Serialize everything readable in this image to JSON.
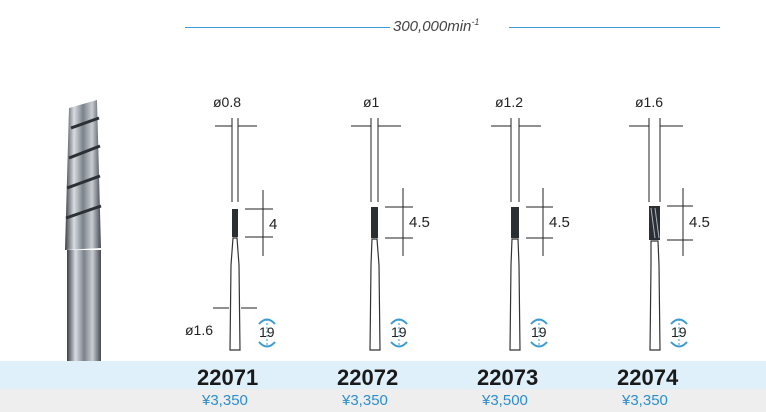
{
  "speed": {
    "prefix": "300,000",
    "unit": "min",
    "exponent": "-1"
  },
  "shank_diameter": "ø1.6",
  "products": [
    {
      "code": "22071",
      "price": "¥3,350",
      "head_diameter": "ø0.8",
      "cutting_length": "4",
      "overall_length": "19"
    },
    {
      "code": "22072",
      "price": "¥3,350",
      "head_diameter": "ø1",
      "cutting_length": "4.5",
      "overall_length": "19"
    },
    {
      "code": "22073",
      "price": "¥3,500",
      "head_diameter": "ø1.2",
      "cutting_length": "4.5",
      "overall_length": "19"
    },
    {
      "code": "22074",
      "price": "¥3,350",
      "head_diameter": "ø1.6",
      "cutting_length": "4.5",
      "overall_length": "19"
    }
  ],
  "colors": {
    "accent": "#3b9ad0",
    "price_text": "#2b8fcc",
    "code_band": "#dff0fa",
    "price_band": "#eeeeee"
  },
  "icons": [
    "bur-photo",
    "length-arrow-icon"
  ]
}
